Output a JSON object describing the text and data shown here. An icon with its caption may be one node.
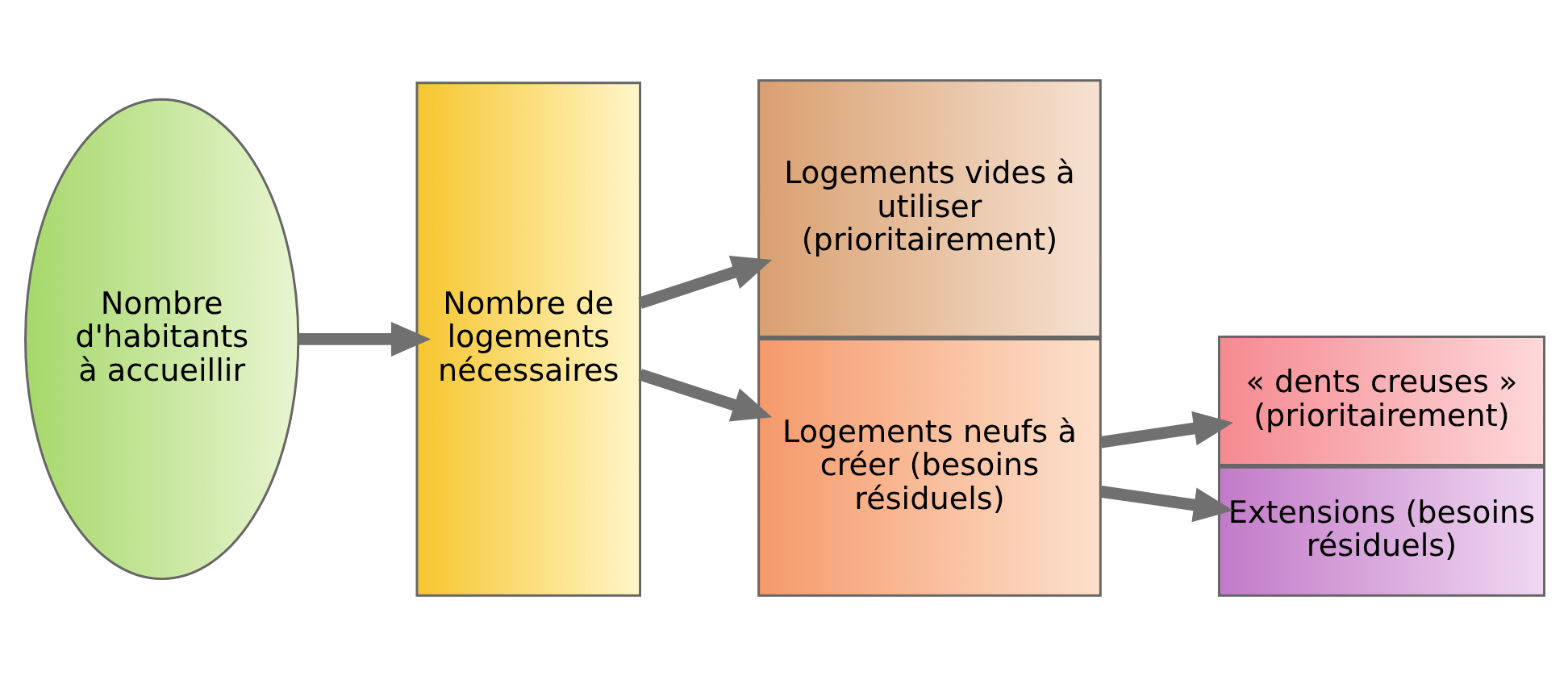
{
  "diagram": {
    "nodes": [
      {
        "text": [
          "Nombre d'habitants à accueillir"
        ]
      },
      {
        "text": [
          "Nombre de logements nécessaires"
        ]
      },
      {
        "text": [
          "Logements vides à utiliser (prioritairement)"
        ]
      },
      {
        "text": [
          "Logements neufs à créer (besoins résiduels)"
        ]
      },
      {
        "text": [
          "« dents creuses » (prioritairement)"
        ]
      },
      {
        "text": [
          "Extensions (besoins résiduels)"
        ]
      }
    ],
    "edges": [
      {
        "from": 0,
        "to": 1,
        "arrow": "to"
      },
      {
        "from": 1,
        "to": 2,
        "arrow": "to"
      },
      {
        "from": 1,
        "to": 3,
        "arrow": "to"
      },
      {
        "from": 3,
        "to": 4,
        "arrow": "to"
      },
      {
        "from": 3,
        "to": 5,
        "arrow": "to"
      }
    ]
  }
}
